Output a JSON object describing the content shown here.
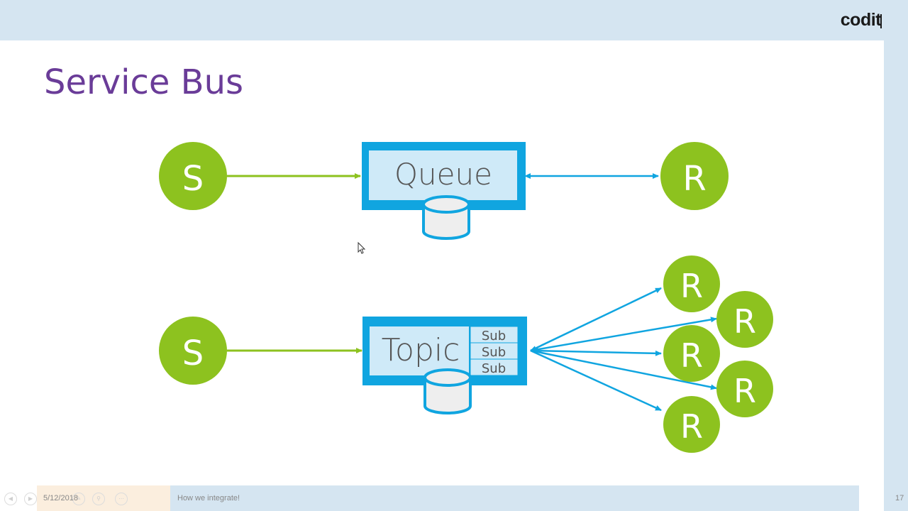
{
  "slide": {
    "logo": "codit",
    "title": "Service Bus",
    "footer_date": "5/12/2018",
    "footer_text": "How we integrate!",
    "page_number": "17"
  },
  "diagram": {
    "queue_row": {
      "sender": "S",
      "queue": "Queue",
      "receiver": "R"
    },
    "topic_row": {
      "sender": "S",
      "topic": "Topic",
      "subscriptions": [
        "Sub",
        "Sub",
        "Sub"
      ],
      "receivers": [
        "R",
        "R",
        "R",
        "R",
        "R"
      ]
    },
    "colors": {
      "node": "#8dc21f",
      "broker": "#10a5e0",
      "broker_fill": "#cfeaf8",
      "arrow_send": "#8dc21f",
      "arrow_receive": "#10a5e0",
      "title": "#6a3c98"
    }
  },
  "slideshow_controls": [
    "previous-icon",
    "next-icon",
    "pen-icon",
    "zoom-icon",
    "more-icon"
  ]
}
